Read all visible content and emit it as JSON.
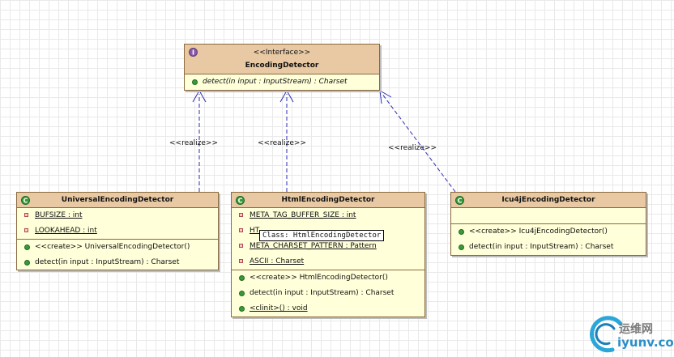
{
  "interface": {
    "stereotype": "<<Interface>>",
    "name": "EncodingDetector",
    "operations": [
      "detect(in input : InputStream) : Charset"
    ]
  },
  "realize_label": "<<realize>>",
  "universal": {
    "name": "UniversalEncodingDetector",
    "fields": [
      "BUFSIZE : int",
      "LOOKAHEAD : int"
    ],
    "operations": [
      "<<create>> UniversalEncodingDetector()",
      "detect(in input : InputStream) : Charset"
    ]
  },
  "html": {
    "name": "HtmlEncodingDetector",
    "fields": [
      "META_TAG_BUFFER_SIZE : int",
      "HT",
      "META_CHARSET_PATTERN : Pattern",
      "ASCII : Charset"
    ],
    "operations": [
      "<<create>> HtmlEncodingDetector()",
      "detect(in input : InputStream) : Charset",
      "<clinit>() : void"
    ],
    "tooltip": "Class: HtmlEncodingDetector"
  },
  "icu4j": {
    "name": "Icu4jEncodingDetector",
    "operations": [
      "<<create>> Icu4jEncodingDetector()",
      "detect(in input : InputStream) : Charset"
    ]
  },
  "watermark": {
    "text_cn": "运维网",
    "url": "iyunv.com"
  },
  "colors": {
    "header": "#e8c9a3",
    "body": "#ffffd9",
    "border": "#8a6a3d",
    "arrow": "#2b2bb8"
  }
}
